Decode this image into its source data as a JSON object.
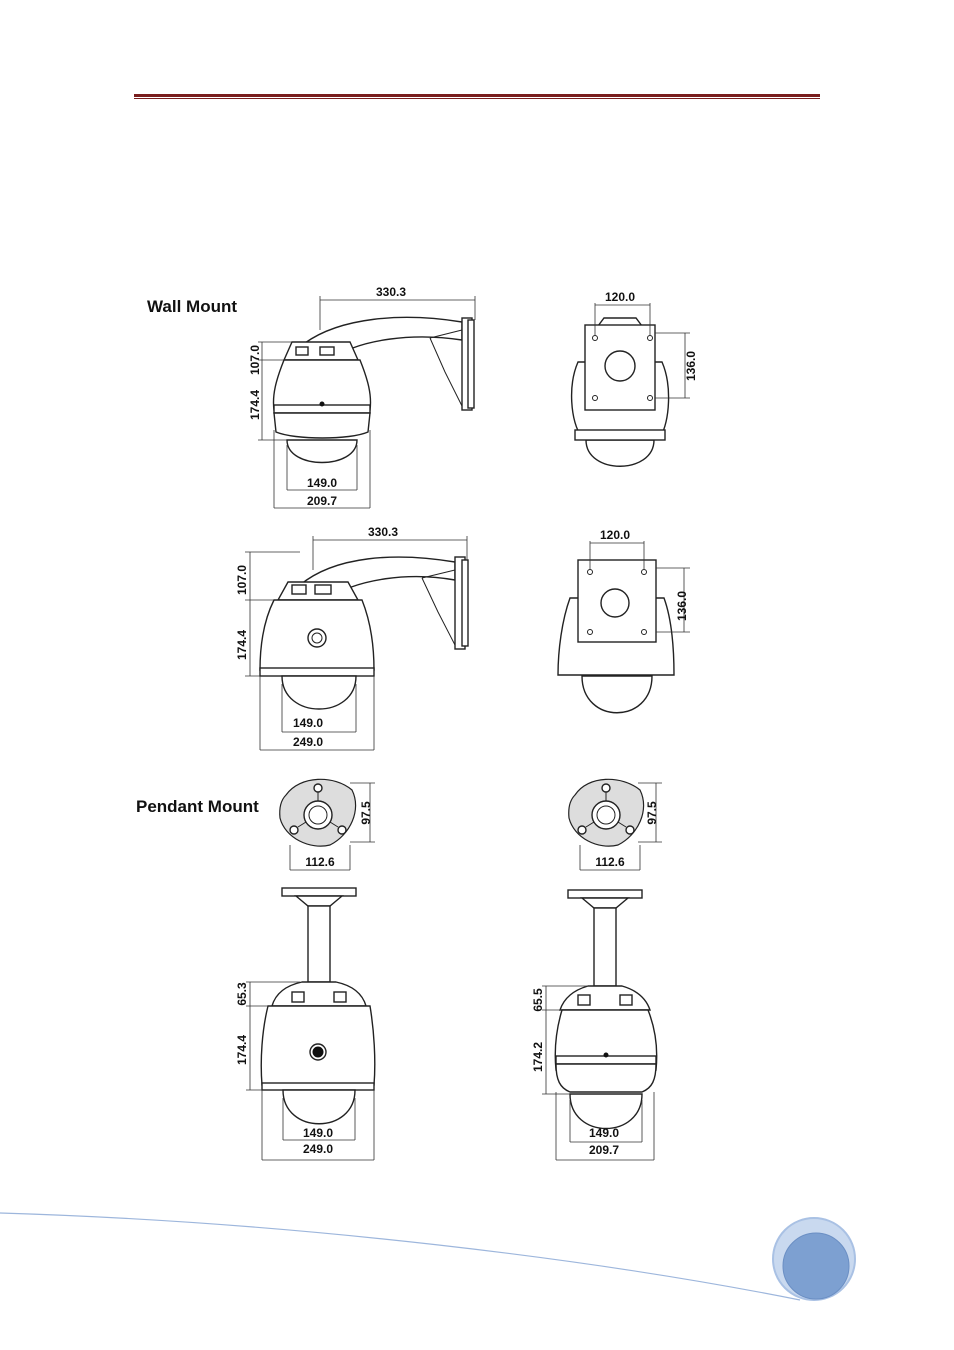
{
  "sections": {
    "wall_mount": "Wall Mount",
    "pendant_mount": "Pendant Mount"
  },
  "dims": {
    "w1": {
      "arm": "330.3",
      "h_top": "107.0",
      "h_body": "174.4",
      "w_inner": "149.0",
      "w_outer": "209.7"
    },
    "w2": {
      "w": "120.0",
      "h": "136.0"
    },
    "w3": {
      "arm": "330.3",
      "h_top": "107.0",
      "h_body": "174.4",
      "w_inner": "149.0",
      "w_outer": "249.0"
    },
    "w4": {
      "w": "120.0",
      "h": "136.0"
    },
    "p1": {
      "h": "97.5",
      "w": "112.6"
    },
    "p2": {
      "h": "97.5",
      "w": "112.6"
    },
    "p3": {
      "h_top": "65.3",
      "h_body": "174.4",
      "w_inner": "149.0",
      "w_outer": "249.0"
    },
    "p4": {
      "h_top": "65.5",
      "h_body": "174.2",
      "w_inner": "149.0",
      "w_outer": "209.7"
    }
  },
  "colors": {
    "header_rule": "#7a1e1e",
    "footer_line": "#9db6dc",
    "page_circle_outer": "#b9cde9",
    "page_circle_inner": "#7da0d1"
  }
}
